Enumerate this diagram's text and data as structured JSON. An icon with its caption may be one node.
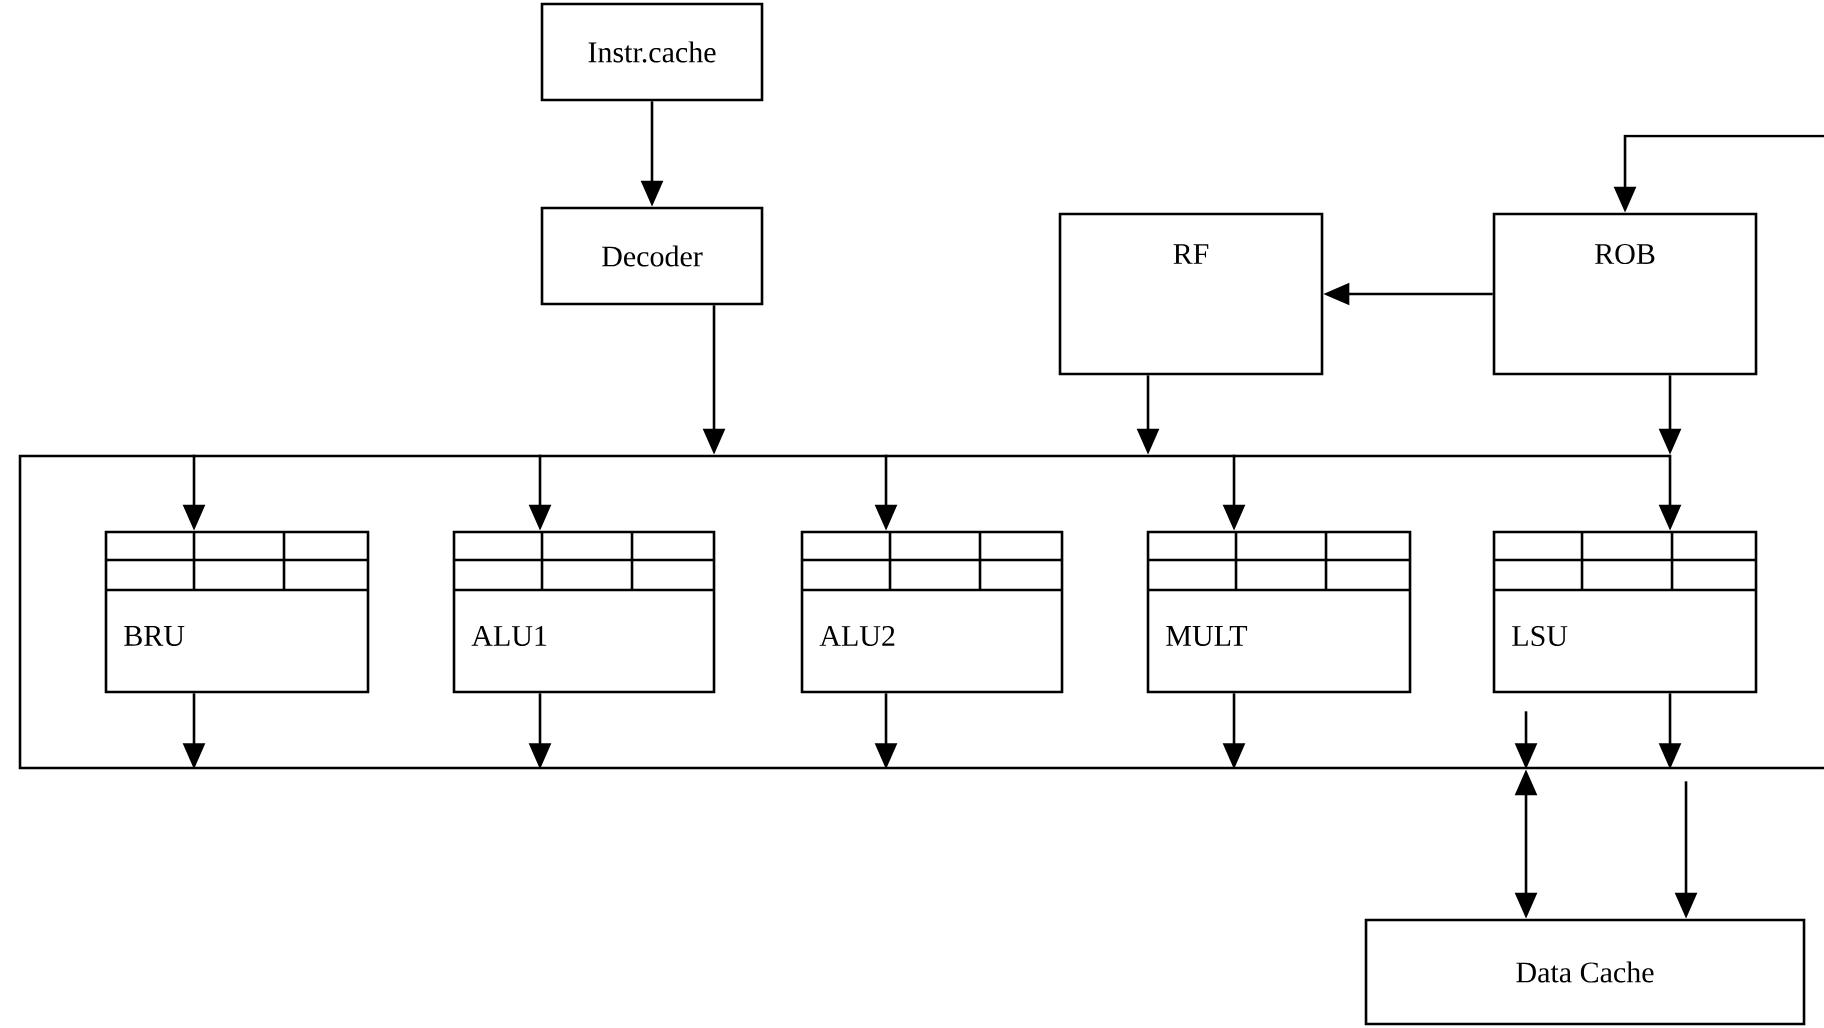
{
  "diagram": {
    "nodes": [
      {
        "text": [
          "Instr.cache"
        ]
      },
      {
        "text": [
          "Decoder"
        ]
      },
      {
        "text": [
          "RF"
        ]
      },
      {
        "text": [
          "ROB"
        ]
      },
      {
        "text": [],
        "shape": "box"
      },
      {
        "text": [
          "BRU"
        ],
        "in": 4
      },
      {
        "text": [
          "ALU1"
        ],
        "in": 4
      },
      {
        "text": [
          "ALU2"
        ],
        "in": 4
      },
      {
        "text": [
          "MULT"
        ],
        "in": 4
      },
      {
        "text": [
          "LSU"
        ],
        "in": 4
      },
      {
        "text": [
          "Data Cache"
        ]
      }
    ],
    "edges": [
      {
        "from": 0,
        "to": 1,
        "arrow": "to"
      },
      {
        "from": null,
        "to": 3,
        "arrow": "to"
      },
      {
        "from": 3,
        "to": 2,
        "arrow": "to"
      },
      {
        "from": 1,
        "to": 4,
        "arrow": "to"
      },
      {
        "from": 2,
        "to": 4,
        "arrow": "to"
      },
      {
        "from": 3,
        "to": 4,
        "arrow": "to"
      },
      {
        "from": 4,
        "to": 5,
        "arrow": "to"
      },
      {
        "from": 4,
        "to": 6,
        "arrow": "to"
      },
      {
        "from": 4,
        "to": 7,
        "arrow": "to"
      },
      {
        "from": 4,
        "to": 8,
        "arrow": "to"
      },
      {
        "from": 4,
        "to": 9,
        "arrow": "to"
      },
      {
        "from": 5,
        "to": 4,
        "arrow": "to"
      },
      {
        "from": 6,
        "to": 4,
        "arrow": "to"
      },
      {
        "from": 7,
        "to": 4,
        "arrow": "to"
      },
      {
        "from": 8,
        "to": 4,
        "arrow": "to"
      },
      {
        "from": 9,
        "to": 4,
        "arrow": "to"
      },
      {
        "from": 9,
        "to": 4,
        "arrow": "to"
      },
      {
        "from": 4,
        "to": 10,
        "arrow": "both"
      },
      {
        "from": 4,
        "to": 10,
        "arrow": "to"
      }
    ]
  }
}
